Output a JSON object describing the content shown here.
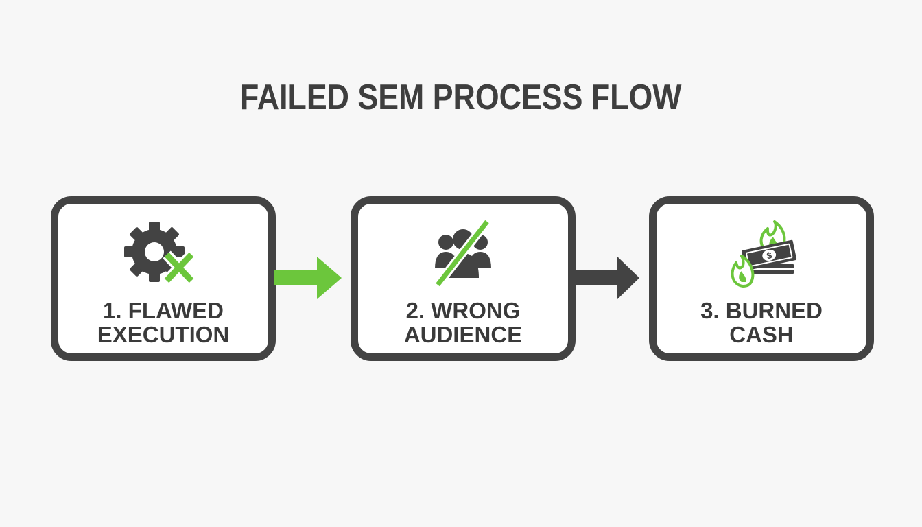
{
  "title": "FAILED SEM PROCESS FLOW",
  "colors": {
    "dark": "#434343",
    "green": "#6cc63c",
    "background": "#f7f7f7"
  },
  "steps": [
    {
      "line1": "1. FLAWED",
      "line2": "EXECUTION",
      "icon": "gear-x-icon"
    },
    {
      "line1": "2. WRONG",
      "line2": "AUDIENCE",
      "icon": "crossed-audience-icon"
    },
    {
      "line1": "3. BURNED",
      "line2": "CASH",
      "icon": "burning-cash-icon"
    }
  ],
  "connectors": [
    {
      "from": 1,
      "to": 2,
      "color": "green"
    },
    {
      "from": 2,
      "to": 3,
      "color": "dark"
    }
  ]
}
